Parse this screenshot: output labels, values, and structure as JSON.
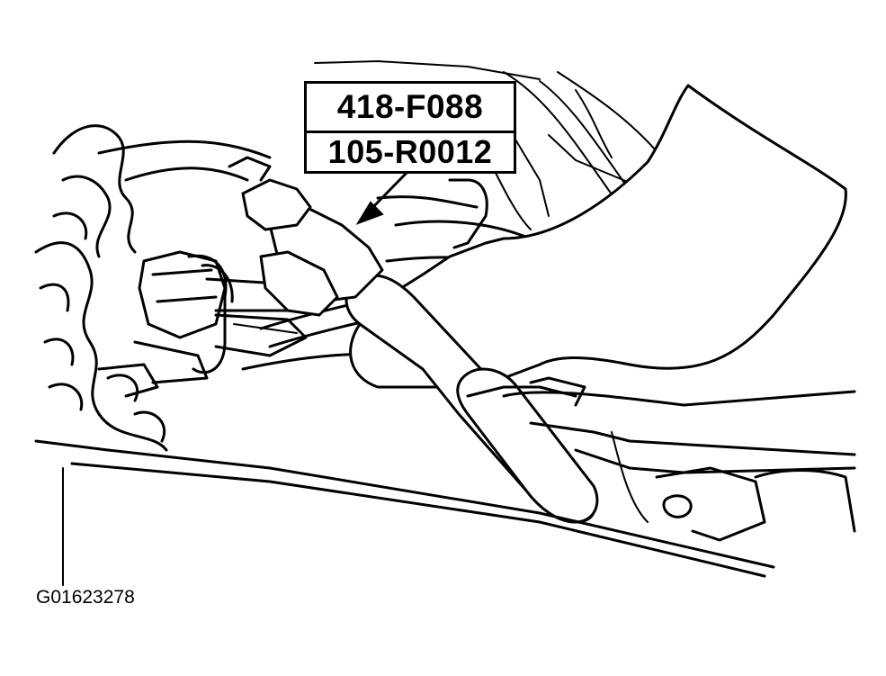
{
  "callouts": {
    "tool_upper": "418-F088",
    "tool_lower": "105-R0012"
  },
  "figure_id": "G01623278",
  "colors": {
    "ink": "#000000",
    "paper": "#ffffff"
  }
}
